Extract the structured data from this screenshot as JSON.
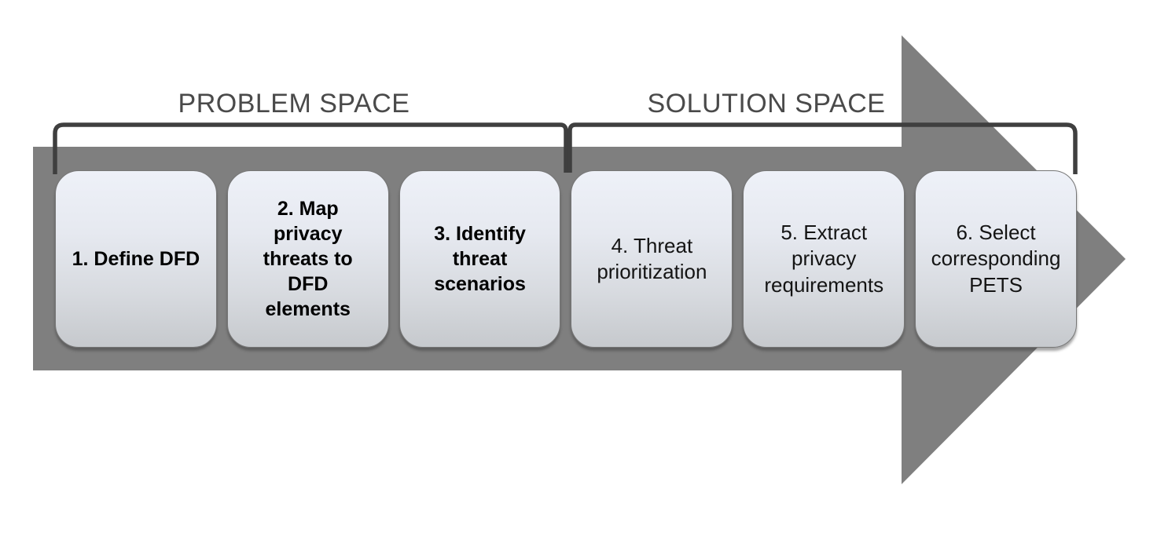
{
  "colors": {
    "arrow_fill": "#7f7f7f",
    "bracket_stroke": "#3f3f3f",
    "space_label_text": "#4a4a4a",
    "box_border": "#767676",
    "box_gradient_top": "#eef1f8",
    "box_gradient_bottom": "#c6c9cd",
    "step_text": "#000000"
  },
  "spaces": [
    {
      "label": "PROBLEM SPACE"
    },
    {
      "label": "SOLUTION SPACE"
    }
  ],
  "steps": [
    {
      "text": "1. Define DFD",
      "space": "problem"
    },
    {
      "text": "2. Map\nprivacy\nthreats to\nDFD\nelements",
      "space": "problem"
    },
    {
      "text": "3. Identify\nthreat\nscenarios",
      "space": "problem"
    },
    {
      "text": "4. Threat\nprioritization",
      "space": "solution"
    },
    {
      "text": "5. Extract\nprivacy\nrequirements",
      "space": "solution"
    },
    {
      "text": "6. Select\ncorresponding\nPETS",
      "space": "solution"
    }
  ]
}
